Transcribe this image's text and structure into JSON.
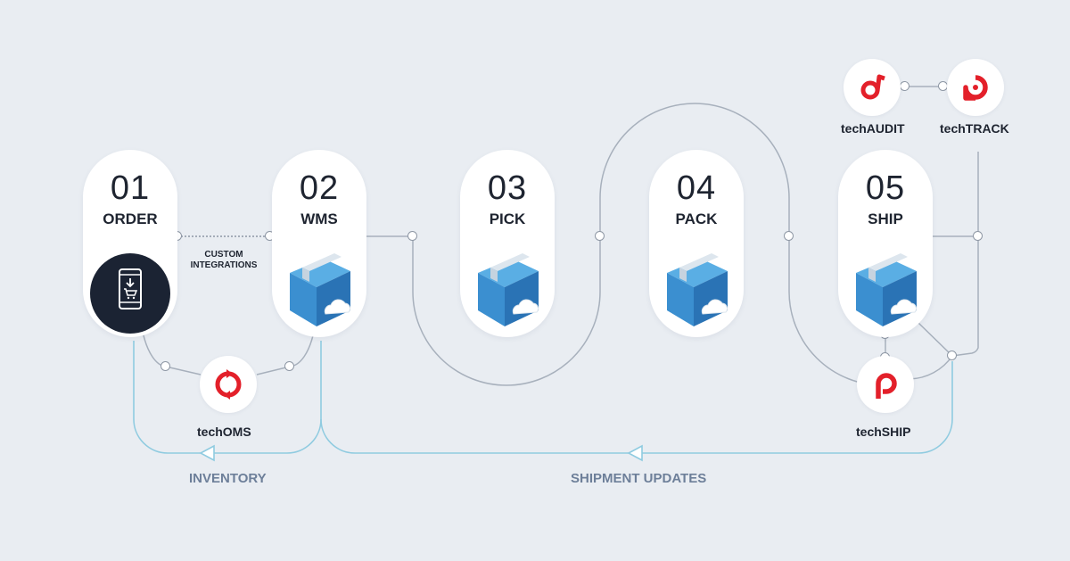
{
  "steps": [
    {
      "number": "01",
      "label": "ORDER",
      "icon": "mobile-cart-icon"
    },
    {
      "number": "02",
      "label": "WMS",
      "icon": "cloud-box-icon"
    },
    {
      "number": "03",
      "label": "PICK",
      "icon": "cloud-box-icon"
    },
    {
      "number": "04",
      "label": "PACK",
      "icon": "cloud-box-icon"
    },
    {
      "number": "05",
      "label": "SHIP",
      "icon": "cloud-box-icon"
    }
  ],
  "integration_label_line1": "CUSTOM",
  "integration_label_line2": "INTEGRATIONS",
  "products": {
    "oms": {
      "name": "techOMS",
      "icon": "techoms-logo-icon"
    },
    "ship": {
      "name": "techSHIP",
      "icon": "techship-logo-icon"
    },
    "audit": {
      "name": "techAUDIT",
      "icon": "techaudit-logo-icon"
    },
    "track": {
      "name": "techTRACK",
      "icon": "techtrack-logo-icon"
    }
  },
  "flows": {
    "inventory": "INVENTORY",
    "shipment_updates": "SHIPMENT UPDATES"
  },
  "colors": {
    "background": "#e9edf2",
    "card": "#ffffff",
    "text": "#1e2430",
    "brand_red": "#e3202a",
    "box_blue": "#3b8fd0",
    "connector_gray": "#a7b0bc",
    "flow_line": "#8fcbe0",
    "flow_text": "#6d7f99"
  }
}
